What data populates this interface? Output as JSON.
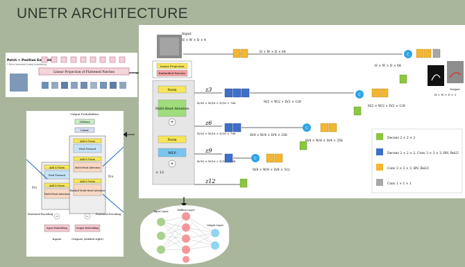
{
  "slide": {
    "title": "UNETR ARCHITECTURE"
  },
  "vit_panel": {
    "patch_embedding_label": "Patch + Position Embedding",
    "extra_embedding_note": "* Extra learnable [class] embedding",
    "linear_projection_label": "Linear Projection of Flattened Patches"
  },
  "main_diagram": {
    "input_label": "Input",
    "input_dims": "H × W × D × 4",
    "linear_projection": "Linear Projection",
    "embedded_patches": "Embedded Patches",
    "norm_label": "Norm",
    "mha_label": "Multi-Head Attention",
    "mlp_label": "MLP",
    "repeat_label": "× 12",
    "z_labels": [
      "z3",
      "z6",
      "z9",
      "z12"
    ],
    "z_dims": [
      "H/16 × W/16 × D/16 × 768",
      "H/16 × W/16 × D/16 × 768",
      "H/16 × W/16 × D/16 × 768",
      "H/16 × W/16 × D/16 × 768"
    ],
    "dims_level1": "H × W × D × 64",
    "dims_level1_b": "H × W × D × 64",
    "dims_level2_a": "H/2 × W/2 × D/2 × 128",
    "dims_level2_b": "H/2 × W/2 × D/2 × 128",
    "dims_level3_a": "H/4 × W/4 × D/4 × 256",
    "dims_level3_b": "H/4 × W/4 × D/4 × 256",
    "dims_level4": "H/8 × W/8 × D/8 × 512",
    "output_label": "Output",
    "output_dims": "H × W × D × 3",
    "concat_symbol": "C"
  },
  "legend": {
    "items": [
      {
        "label": "Deconv 2 × 2 × 2",
        "color": "#8dc63f"
      },
      {
        "label": "Deconv 2 × 2 × 2, Conv 3 × 3 × 3, BN, ReLU",
        "color": "#3f6fc6"
      },
      {
        "label": "Conv 3 × 3 × 3, BN, ReLU",
        "color": "#f2b632"
      },
      {
        "label": "Conv 1 × 1 × 1",
        "color": "#a6a6a6"
      }
    ]
  },
  "transformer_panel": {
    "output_probabilities": "Output Probabilities",
    "softmax": "Softmax",
    "linear": "Linear",
    "add_norm": "Add & Norm",
    "feed_forward": "Feed Forward",
    "multi_head_attention": "Multi-Head Attention",
    "masked_mha": "Masked Multi-Head Attention",
    "nx_left": "N×",
    "nx_right": "N×",
    "positional_encoding_left": "Positional Encoding",
    "positional_encoding_right": "Positional Encoding",
    "input_embedding": "Input Embedding",
    "output_embedding": "Output Embedding",
    "inputs": "Inputs",
    "outputs": "Outputs (shifted right)"
  },
  "nn_panel": {
    "input_layer": "Input Layer",
    "hidden_layer": "Hidden Layer",
    "output_layer": "Output Layer"
  },
  "colors": {
    "background": "#aab69b",
    "title": "#2f3a2f",
    "deconv": "#8dc63f",
    "deconv_conv": "#3f6fc6",
    "conv": "#f2b632",
    "conv1": "#a6a6a6",
    "concat": "#2fa4e7"
  }
}
